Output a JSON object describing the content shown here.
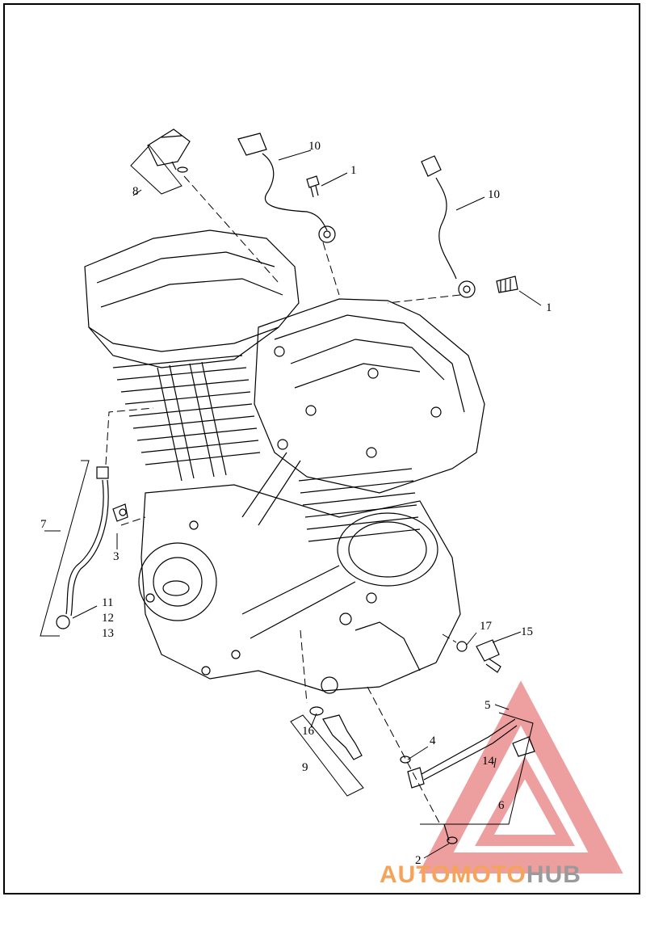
{
  "callouts": {
    "c1a": "1",
    "c1b": "1",
    "c2": "2",
    "c3": "3",
    "c4": "4",
    "c5": "5",
    "c6": "6",
    "c7": "7",
    "c8": "8",
    "c9": "9",
    "c10a": "10",
    "c10b": "10",
    "c11": "11",
    "c12": "12",
    "c13": "13",
    "c14": "14",
    "c15": "15",
    "c16": "16",
    "c17": "17"
  },
  "watermark": {
    "part1": "AUTO",
    "part2": "MOTO",
    "part3": "HUB",
    "color_primary": "#f08a3c",
    "color_secondary": "#8a8a8a",
    "triangle_color": "#e05050"
  },
  "colors": {
    "line": "#000000",
    "background": "#ffffff"
  }
}
